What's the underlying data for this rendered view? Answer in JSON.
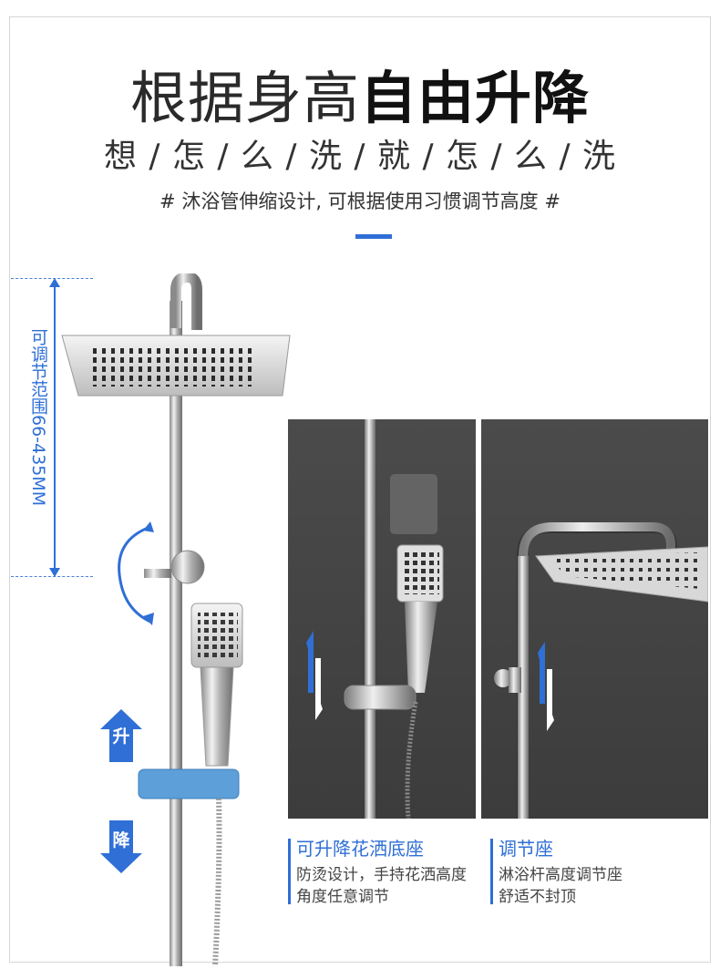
{
  "headline": {
    "light": "根据身高",
    "bold": "自由升降"
  },
  "subheadline": "想 / 怎 / 么 / 洗 / 就 / 怎 / 么 / 洗",
  "tagline": "#  沐浴管伸缩设计, 可根据使用习惯调节高度  #",
  "range_label": "可调节范围66-435MM",
  "badges": {
    "up": "升",
    "down": "降"
  },
  "features": [
    {
      "title": "可升降花洒底座",
      "lines": [
        "防烫设计，手持花洒高度",
        "角度任意调节"
      ]
    },
    {
      "title": "调节座",
      "lines": [
        "淋浴杆高度调节座",
        "舒适不封顶"
      ]
    }
  ],
  "colors": {
    "accent": "#2f6fd6",
    "photo_bg": "#454545",
    "chrome": "#c8c8c8"
  }
}
